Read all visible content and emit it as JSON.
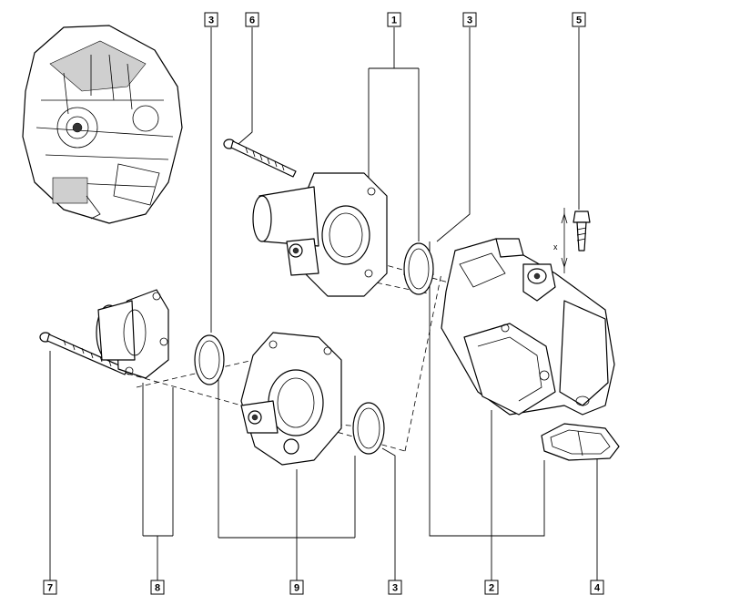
{
  "callouts": [
    {
      "id": "c3a",
      "label": "3"
    },
    {
      "id": "c6",
      "label": "6"
    },
    {
      "id": "c1",
      "label": "1"
    },
    {
      "id": "c3b",
      "label": "3"
    },
    {
      "id": "c5",
      "label": "5"
    },
    {
      "id": "c7",
      "label": "7"
    },
    {
      "id": "c8",
      "label": "8"
    },
    {
      "id": "c9",
      "label": "9"
    },
    {
      "id": "c3c",
      "label": "3"
    },
    {
      "id": "c2",
      "label": "2"
    },
    {
      "id": "c4",
      "label": "4"
    }
  ],
  "dimension_label": "x"
}
